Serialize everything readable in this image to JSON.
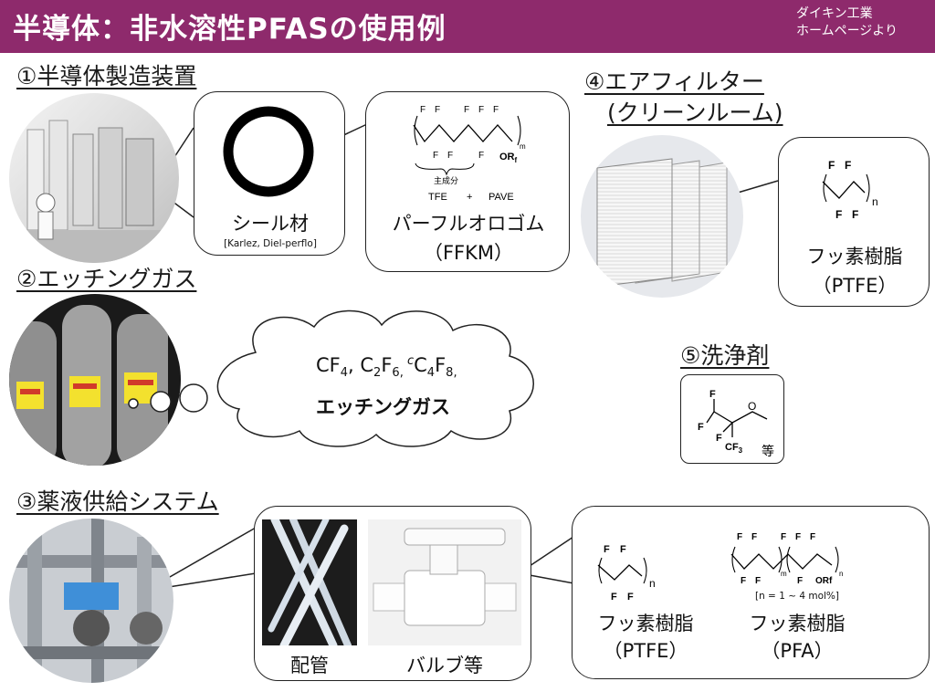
{
  "header": {
    "title": "半導体：非水溶性PFASの使用例",
    "source_line1": "ダイキン工業",
    "source_line2": "ホームページより"
  },
  "sections": {
    "s1": "①半導体製造装置",
    "s2": "②エッチングガス",
    "s3": "③薬液供給システム",
    "s4_line1": "④エアフィルター",
    "s4_line2": "(クリーンルーム)",
    "s5": "⑤洗浄剤"
  },
  "seal": {
    "name": "シール材",
    "brands": "[Karlez, Diel-perflo]"
  },
  "ffkm": {
    "name": "パーフルオロゴム",
    "abbr": "（FFKM）",
    "main_component": "主成分",
    "tfe": "TFE",
    "plus": "+",
    "pave": "PAVE",
    "atom_f": "F",
    "sub_m": "m",
    "or_f": "OR",
    "or_sub": "f"
  },
  "etching": {
    "formula_parts": [
      "CF",
      "4",
      ", C",
      "2",
      "F",
      "6, ",
      "c",
      "C",
      "4",
      "F",
      "8,"
    ],
    "label": "エッチングガス"
  },
  "air_filter": {
    "name": "フッ素樹脂",
    "abbr": "（PTFE）",
    "sub_n": "n"
  },
  "cleaner": {
    "etc": "等",
    "atom_o": "O",
    "cf3": "CF",
    "cf3_sub": "3"
  },
  "chemical_supply": {
    "pipe_label": "配管",
    "valve_label": "バルブ等",
    "ptfe_name": "フッ素樹脂",
    "ptfe_abbr": "（PTFE）",
    "pfa_name": "フッ素樹脂",
    "pfa_abbr": "（PFA）",
    "pfa_note": "[n = 1 ~ 4 mol%]",
    "orf": "ORf"
  }
}
